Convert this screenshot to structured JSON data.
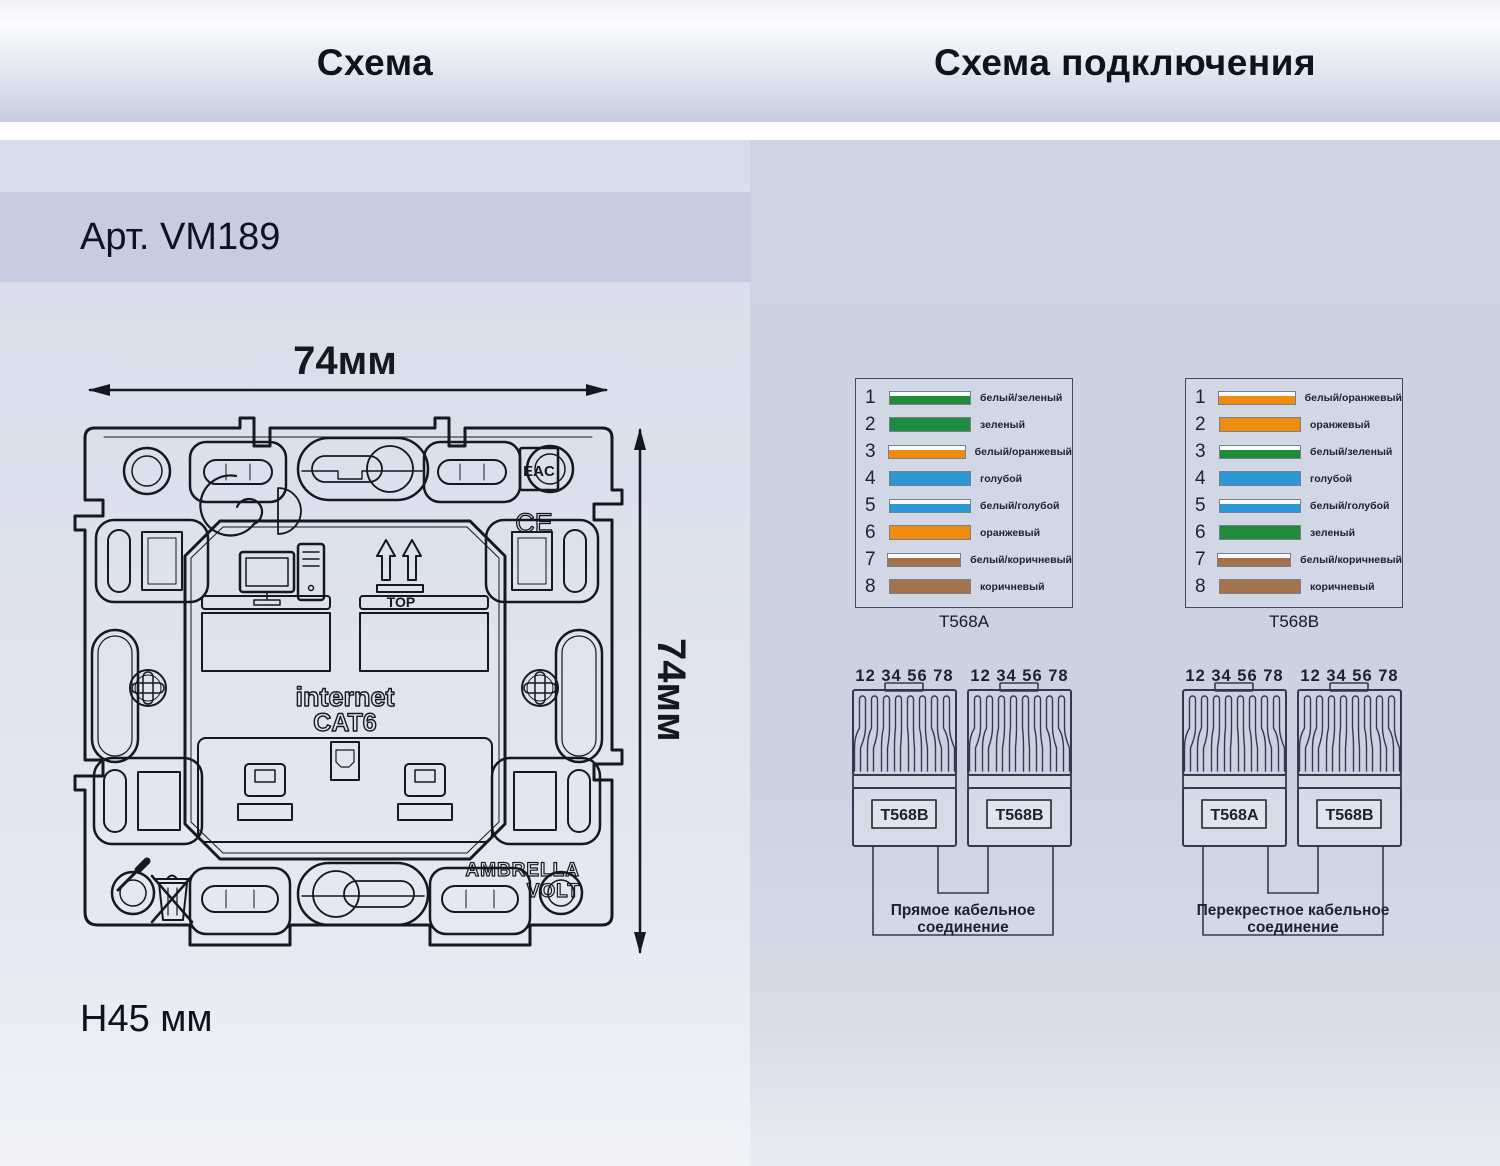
{
  "left": {
    "header": "Схема",
    "article": "Арт. VM189",
    "dim_width": "74мм",
    "dim_height": "74мм",
    "dim_depth": "H45 мм",
    "labels": {
      "internet": "internet",
      "cat": "CAT6",
      "top": "TOP",
      "eac": "EAC",
      "ce": "CE",
      "brand1": "AMBRELLA",
      "brand2": "VOLT"
    }
  },
  "right": {
    "header": "Схема подключения",
    "pin_label": "12 34 56 78",
    "tables": [
      {
        "caption": "T568A",
        "rows": [
          {
            "num": "1",
            "label": "белый/зеленый",
            "style": "striped",
            "color": "#1e8c3c"
          },
          {
            "num": "2",
            "label": "зеленый",
            "style": "solid",
            "color": "#1e8c3c"
          },
          {
            "num": "3",
            "label": "белый/оранжевый",
            "style": "striped",
            "color": "#ee8c10"
          },
          {
            "num": "4",
            "label": "голубой",
            "style": "solid",
            "color": "#2b97d5"
          },
          {
            "num": "5",
            "label": "белый/голубой",
            "style": "striped",
            "color": "#2b97d5"
          },
          {
            "num": "6",
            "label": "оранжевый",
            "style": "solid",
            "color": "#ee8c10"
          },
          {
            "num": "7",
            "label": "белый/коричневый",
            "style": "striped",
            "color": "#a5734b"
          },
          {
            "num": "8",
            "label": "коричневый",
            "style": "solid",
            "color": "#a5734b"
          }
        ]
      },
      {
        "caption": "T568B",
        "rows": [
          {
            "num": "1",
            "label": "белый/оранжевый",
            "style": "striped",
            "color": "#ee8c10"
          },
          {
            "num": "2",
            "label": "оранжевый",
            "style": "solid",
            "color": "#ee8c10"
          },
          {
            "num": "3",
            "label": "белый/зеленый",
            "style": "striped",
            "color": "#1e8c3c"
          },
          {
            "num": "4",
            "label": "голубой",
            "style": "solid",
            "color": "#2b97d5"
          },
          {
            "num": "5",
            "label": "белый/голубой",
            "style": "striped",
            "color": "#2b97d5"
          },
          {
            "num": "6",
            "label": "зеленый",
            "style": "solid",
            "color": "#1e8c3c"
          },
          {
            "num": "7",
            "label": "белый/коричневый",
            "style": "striped",
            "color": "#a5734b"
          },
          {
            "num": "8",
            "label": "коричневый",
            "style": "solid",
            "color": "#a5734b"
          }
        ]
      }
    ],
    "pairs": [
      {
        "left_tag": "T568B",
        "right_tag": "T568B",
        "caption_line1": "Прямое кабельное",
        "caption_line2": "соединение"
      },
      {
        "left_tag": "T568A",
        "right_tag": "T568B",
        "caption_line1": "Перекрестное кабельное",
        "caption_line2": "соединение"
      }
    ]
  }
}
